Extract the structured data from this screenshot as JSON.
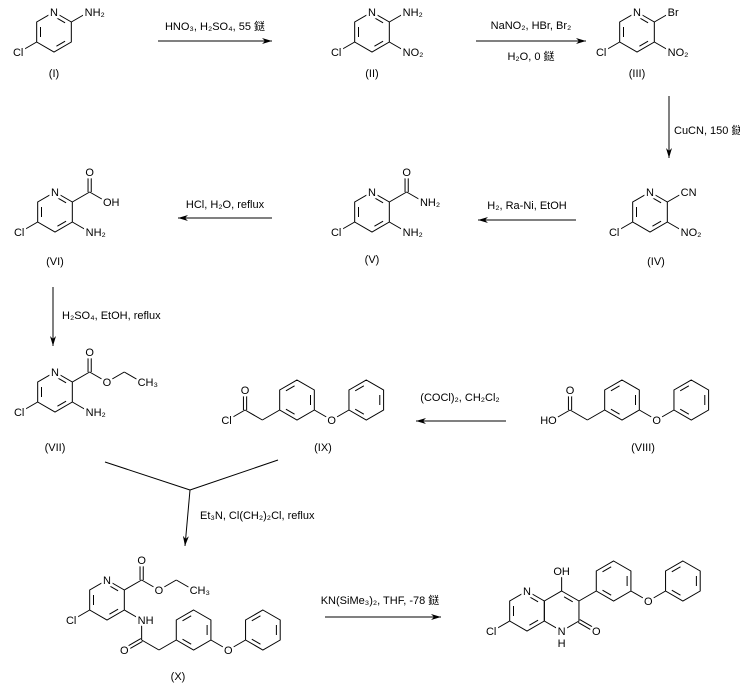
{
  "title": "Synthesis scheme of 7-chloro-4-hydroxy-3-(3-phenoxyphenyl)-1,5-naphthyridin-2(1H)-one",
  "compounds": {
    "I": {
      "label": "(I)",
      "atoms": [
        "N",
        "NH₂",
        "Cl"
      ]
    },
    "II": {
      "label": "(II)",
      "atoms": [
        "N",
        "NH₂",
        "NO₂",
        "Cl"
      ]
    },
    "III": {
      "label": "(III)",
      "atoms": [
        "N",
        "Br",
        "NO₂",
        "Cl"
      ]
    },
    "IV": {
      "label": "(IV)",
      "atoms": [
        "N",
        "CN",
        "NO₂",
        "Cl"
      ]
    },
    "V": {
      "label": "(V)",
      "atoms": [
        "N",
        "O",
        "NH₂",
        "NH₂",
        "Cl"
      ]
    },
    "VI": {
      "label": "(VI)",
      "atoms": [
        "N",
        "O",
        "OH",
        "NH₂",
        "Cl"
      ]
    },
    "VII": {
      "label": "(VII)",
      "atoms": [
        "N",
        "O",
        "O",
        "CH₃",
        "NH₂",
        "Cl"
      ]
    },
    "VIII": {
      "label": "(VIII)",
      "atoms": [
        "O",
        "HO",
        "O"
      ]
    },
    "IX": {
      "label": "(IX)",
      "atoms": [
        "O",
        "Cl",
        "O"
      ]
    },
    "X": {
      "label": "(X)",
      "atoms": [
        "N",
        "O",
        "O",
        "CH₃",
        "NH",
        "O",
        "O",
        "Cl"
      ]
    },
    "XI": {
      "label": "",
      "atoms": [
        "N",
        "OH",
        "O",
        "N",
        "H",
        "O",
        "Cl"
      ]
    }
  },
  "reagents": {
    "r1": "HNO₃, H₂SO₄, 55 鎹",
    "r2a": "NaNO₂, HBr, Br₂",
    "r2b": "H₂O, 0 鎹",
    "r3": "CuCN, 150 鎹",
    "r4": "H₂, Ra-Ni, EtOH",
    "r5": "HCl, H₂O, reflux",
    "r6": "H₂SO₄, EtOH, reflux",
    "r7": "(COCl)₂, CH₂Cl₂",
    "r8": "Et₃N, Cl(CH₂)₂Cl, reflux",
    "r9": "KN(SiMe₃)₂, THF, -78 鎹"
  }
}
